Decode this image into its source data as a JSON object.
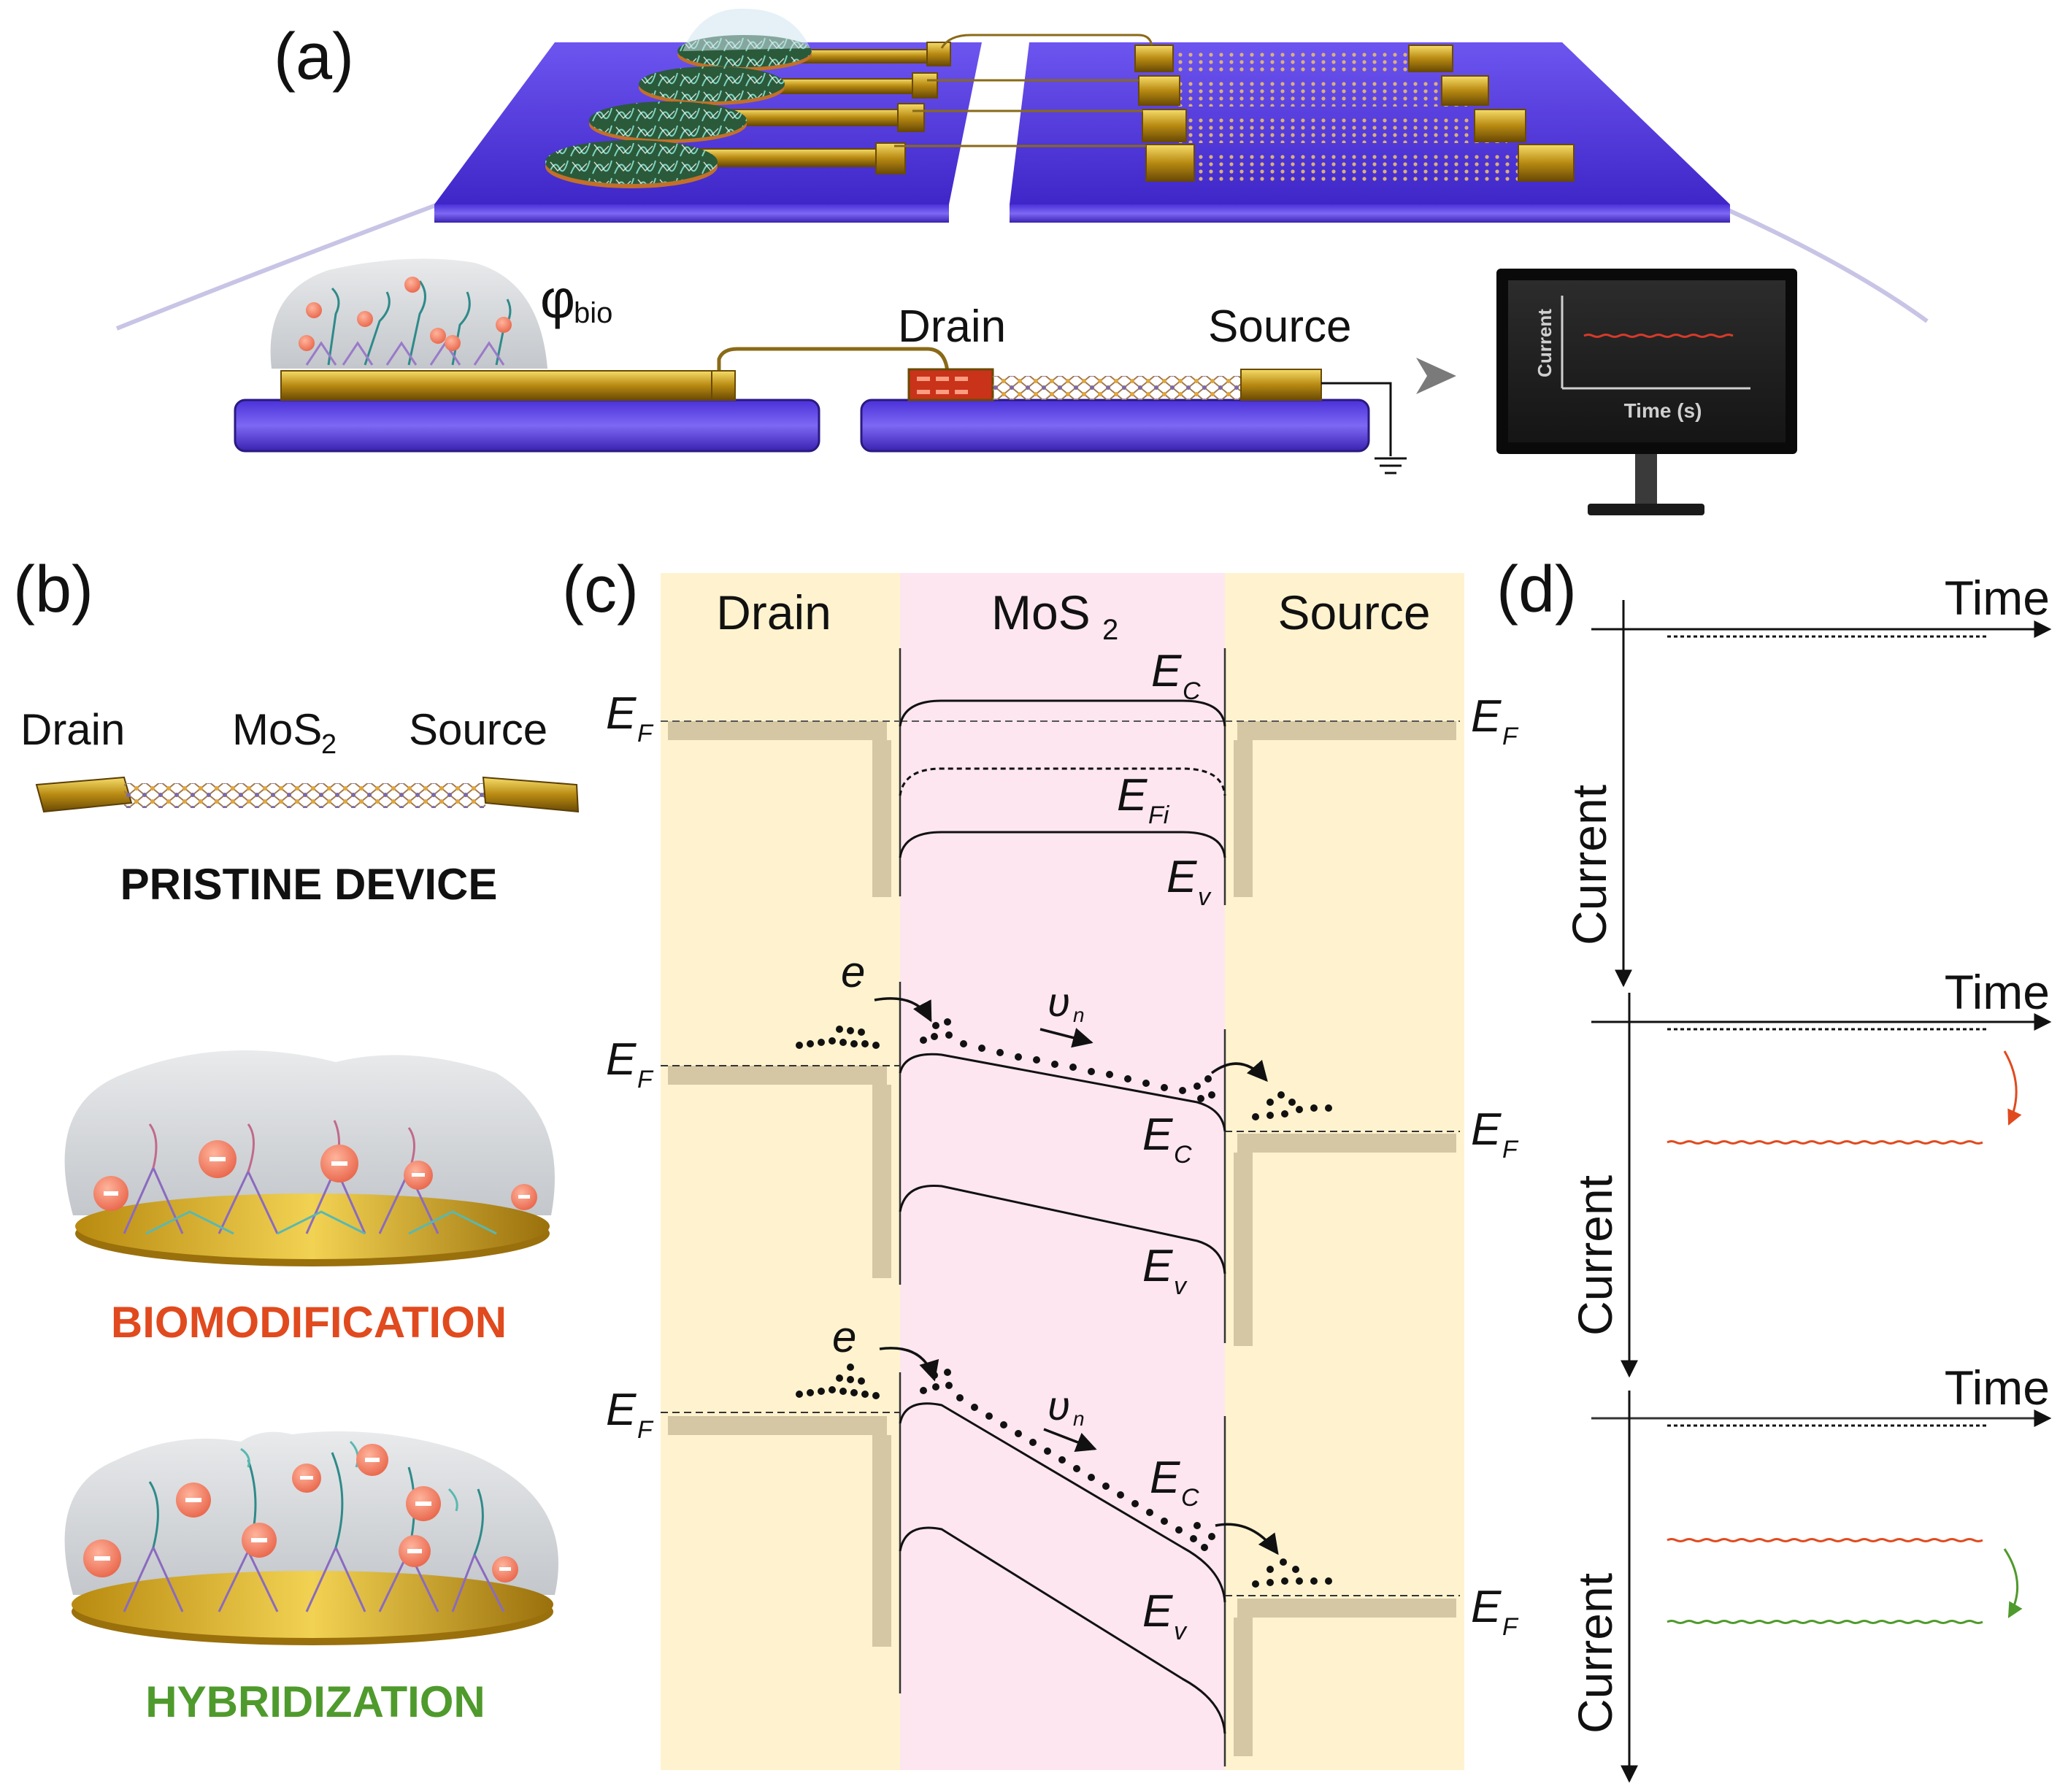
{
  "panel_a": {
    "label": "(a)",
    "phi_main": "φ",
    "phi_sub": "bio",
    "drain_label": "Drain",
    "source_label": "Source",
    "monitor": {
      "ylabel": "Current",
      "xlabel": "Time (s)"
    }
  },
  "panel_b": {
    "label": "(b)",
    "drain_label": "Drain",
    "mos2_main": "MoS",
    "mos2_sub": "2",
    "source_label": "Source",
    "pristine_title": "PRISTINE DEVICE",
    "biomod_title": "BIOMODIFICATION",
    "hybrid_title": "HYBRIDIZATION"
  },
  "panel_c": {
    "label": "(c)",
    "col_drain": "Drain",
    "col_mos2_main": "MoS",
    "col_mos2_sub": "2",
    "col_source": "Source",
    "ef_main": "E",
    "ef_sub": "F",
    "ec_main": "E",
    "ec_sub": "C",
    "efi_main": "E",
    "efi_sub": "Fi",
    "ev_main": "E",
    "ev_sub": "v",
    "electron": "e",
    "vn_main": "υ",
    "vn_sub": "n"
  },
  "panel_d": {
    "label": "(d)",
    "time_label": "Time",
    "current_label": "Current"
  },
  "colors": {
    "substrate": "#5a3fe0",
    "gold": "#c9a326",
    "metal_band": "#ffe9a8",
    "mos2_band": "#fde6f0",
    "contact_bar": "#d6c7a4",
    "biomod": "#e04a1e",
    "hybrid": "#4f9a2c",
    "probe_ball": "#ee8a70"
  }
}
